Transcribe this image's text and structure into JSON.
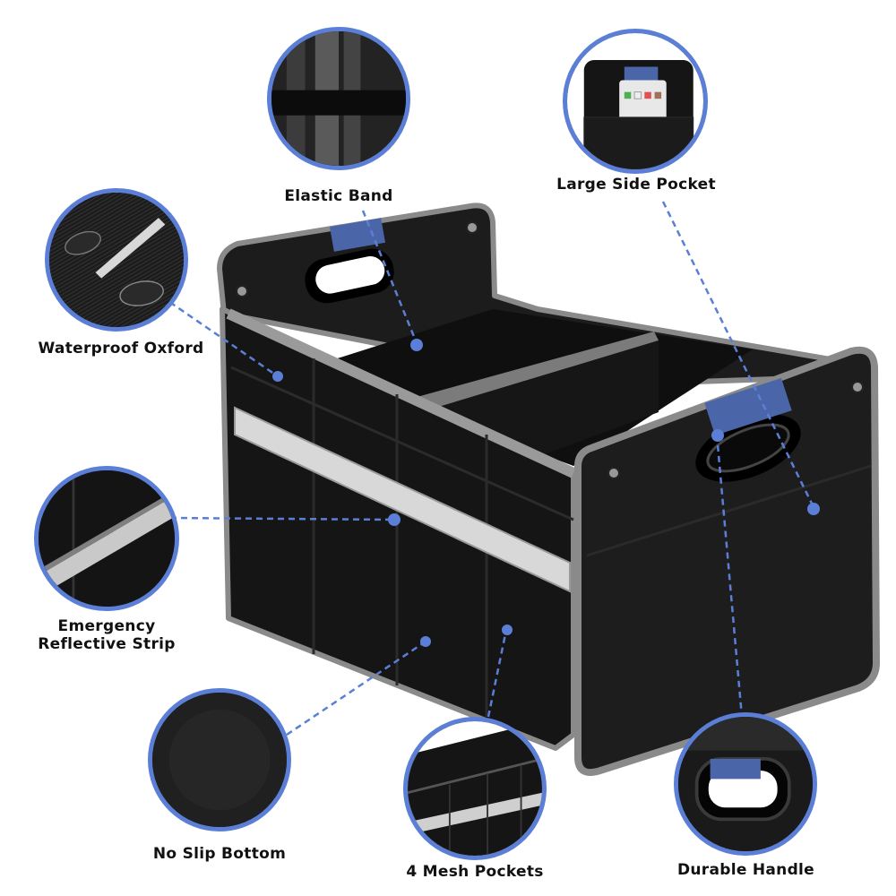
{
  "product": "Foldable car trunk organizer",
  "accent_color": "#5b7fd6",
  "features": [
    {
      "id": "elastic_band",
      "label": "Elastic Band",
      "icon": "elastic-band-closeup"
    },
    {
      "id": "large_side_pocket",
      "label": "Large Side Pocket",
      "icon": "side-pocket-closeup"
    },
    {
      "id": "waterproof_oxford",
      "label": "Waterproof Oxford",
      "icon": "water-droplet-fabric-closeup"
    },
    {
      "id": "reflective_strip",
      "label_line1": "Emergency",
      "label_line2": "Reflective Strip",
      "icon": "reflective-strip-closeup"
    },
    {
      "id": "no_slip_bottom",
      "label": "No Slip Bottom",
      "icon": "no-slip-bottom-closeup"
    },
    {
      "id": "mesh_pockets",
      "label": "4 Mesh Pockets",
      "icon": "mesh-pockets-closeup"
    },
    {
      "id": "durable_handle",
      "label": "Durable Handle",
      "icon": "handle-closeup"
    }
  ]
}
